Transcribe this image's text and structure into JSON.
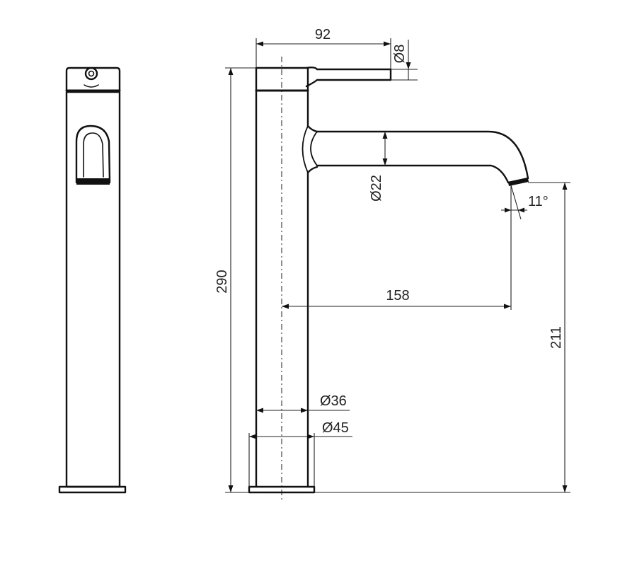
{
  "dimensions": {
    "handle_length": "92",
    "handle_diameter": "Ø8",
    "total_height": "290",
    "spout_diameter": "Ø22",
    "spout_angle": "11°",
    "spout_reach": "158",
    "spout_height": "211",
    "body_diameter": "Ø36",
    "base_diameter": "Ø45"
  },
  "colors": {
    "line": "#111111",
    "background": "#ffffff"
  }
}
